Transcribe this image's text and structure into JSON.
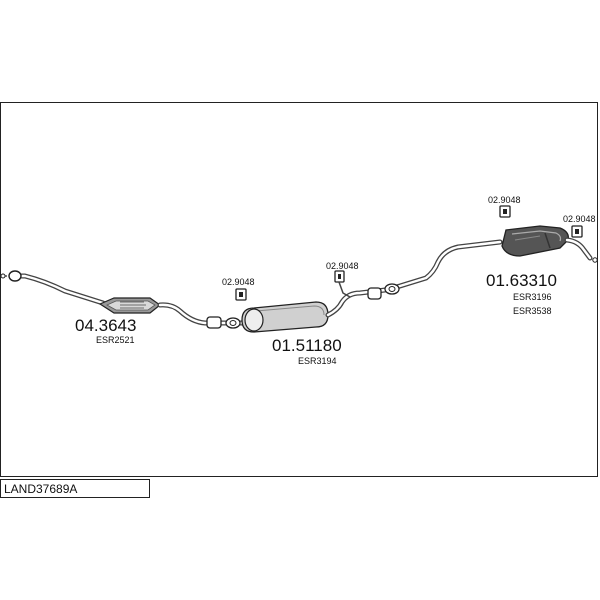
{
  "diagram": {
    "parts": [
      {
        "part_number": "04.3643",
        "ref": "ESR2521"
      },
      {
        "part_number": "01.51180",
        "ref": "ESR3194"
      },
      {
        "part_number": "01.63310",
        "refs": [
          "ESR3196",
          "ESR3538"
        ]
      }
    ],
    "hangers": [
      "02.9048",
      "02.9048",
      "02.9048",
      "02.9048"
    ],
    "caption": "LAND37689A"
  }
}
